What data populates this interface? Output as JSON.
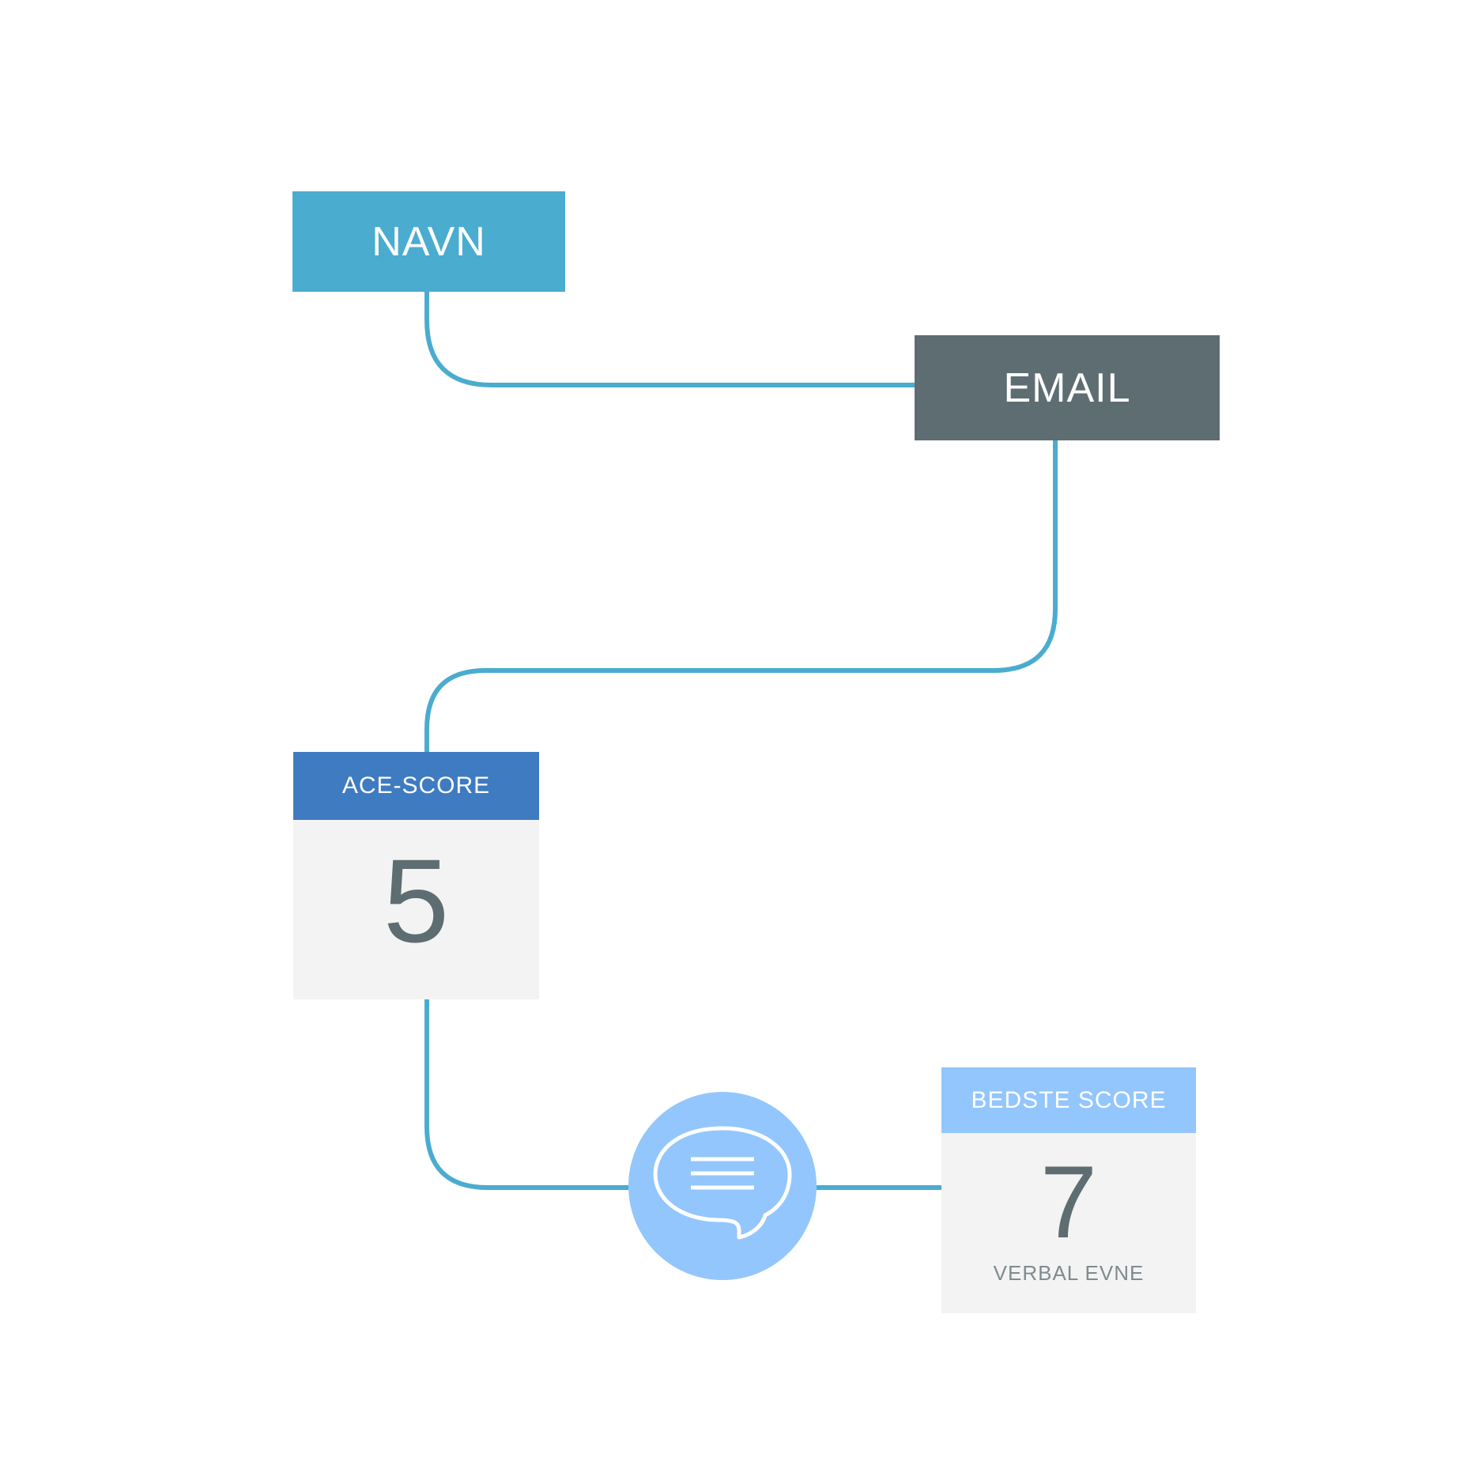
{
  "nodes": {
    "name": {
      "label": "NAVN"
    },
    "email": {
      "label": "EMAIL"
    },
    "ace_score": {
      "label": "ACE-SCORE",
      "value": "5"
    },
    "best_score": {
      "label": "BEDSTE SCORE",
      "value": "7",
      "caption": "VERBAL EVNE"
    },
    "chat": {
      "icon": "speech-bubble-icon"
    }
  },
  "colors": {
    "connector": "#4aaccf",
    "name_node": "#4aaccf",
    "email_node": "#5e6d72",
    "ace_header": "#3f7bc1",
    "best_header": "#93c6fc",
    "chat_node": "#93c6fc",
    "card_body": "#f3f3f3",
    "value_text": "#5e6d72"
  }
}
